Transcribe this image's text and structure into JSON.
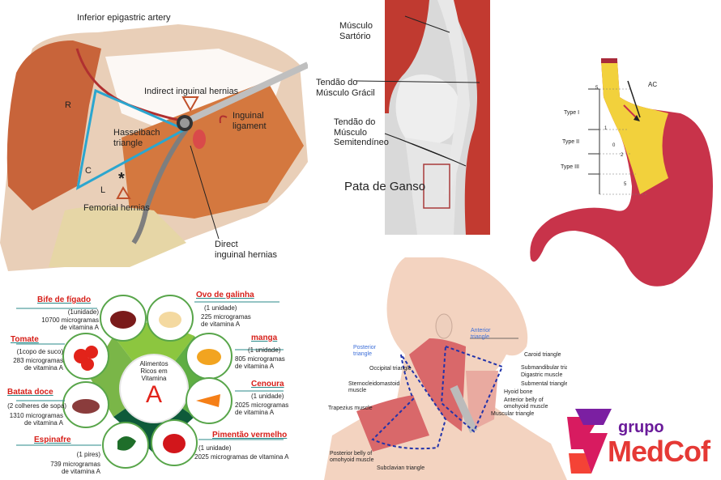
{
  "hernia": {
    "title": "Inferior epigastric artery",
    "indirect": "Indirect inguinal hernias",
    "inguinal": "Inguinal\nligament",
    "hasselbach": "Hasselbach\ntriangle",
    "R": "R",
    "C": "C",
    "L": "L",
    "femoral": "Femorial hernias",
    "direct": "Direct\ninguinal hernias"
  },
  "knee": {
    "sartorio": "Músculo\nSartório",
    "gracil": "Tendão do\nMúsculo Grácil",
    "semitendineo": "Tendão do\nMúsculo\nSemitendíneo",
    "pata": "Pata de Ganso"
  },
  "stomach": {
    "ac": "AC",
    "type1": "Type I",
    "type2": "Type II",
    "type3": "Type III",
    "n5a": "5",
    "n1": "1",
    "n0": "0",
    "n2": "2",
    "n5b": "5"
  },
  "vitamin": {
    "center": "Alimentos\nRicos em\nVitamina",
    "letter": "A",
    "items": [
      {
        "name": "Bife de fígado",
        "qty": "(1unidade)",
        "amount": "10700 microgramas\nde vitamina A"
      },
      {
        "name": "Tomate",
        "qty": "(1copo de suco)",
        "amount": "283 microgramas\nde vitamina A"
      },
      {
        "name": "Batata doce",
        "qty": "(2 colheres de sopa)",
        "amount": "1310 microgramas\nde vitamina A"
      },
      {
        "name": "Espinafre",
        "qty": "(1 pires)",
        "amount": "739 microgramas\nde vitamina A"
      },
      {
        "name": "Ovo de galinha",
        "qty": "(1 unidade)",
        "amount": "225 microgramas\nde vitamina A"
      },
      {
        "name": "manga",
        "qty": "(1 unidade)",
        "amount": "805 microgramas\nde vitamina A"
      },
      {
        "name": "Cenoura",
        "qty": "(1 unidade)",
        "amount": "2025 microgramas\nde vitamina A"
      },
      {
        "name": "Pimentão vermelho",
        "qty": "(1 unidade)",
        "amount": "2025 microgramas de vitamina A"
      }
    ]
  },
  "neck": {
    "posterior": "Posterior\ntriangle",
    "anterior": "Anterior\ntriangle",
    "occipital": "Occipital triangle",
    "scm": "Sternocleidomastoid\nmuscle",
    "trapezius": "Trapezius muscle",
    "belly": "Posterior belly of\nomohyoid muscle",
    "subclavian": "Subclavian triangle",
    "caroid": "Caroid triangle",
    "submand": "Submandibular triangle",
    "digastric": "Digastric muscle",
    "submental": "Submental triangle",
    "hyoid": "Hyoid bone",
    "anteriorBelly": "Anterior belly of\nomohyoid muscle",
    "muscular": "Muscular triangle"
  },
  "logo": {
    "grupo": "grupo",
    "brand": "MedCof"
  }
}
